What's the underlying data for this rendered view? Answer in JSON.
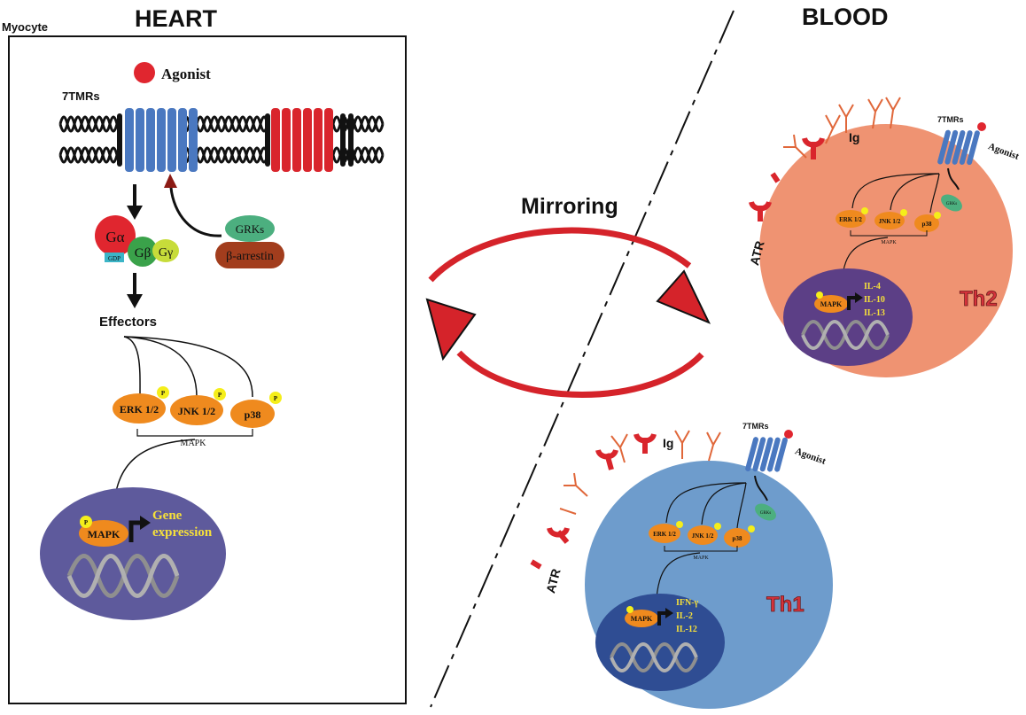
{
  "heart_panel": {
    "title": "HEART",
    "cell_label": "Myocyte",
    "receptor_label": "7TMRs",
    "agonist_label": "Agonist",
    "g_alpha": "Gα",
    "g_beta": "Gβ",
    "g_gamma": "Gγ",
    "gdp": "GDP",
    "grks": "GRKs",
    "arrestin": "β-arrestin",
    "effectors": "Effectors",
    "erk": "ERK 1/2",
    "jnk": "JNK 1/2",
    "p38": "p38",
    "phospho": "P",
    "mapk_bracket": "MAPK",
    "nucleus_mapk": "MAPK",
    "gene_expression_line1": "Gene",
    "gene_expression_line2": "expression"
  },
  "middle": {
    "mirroring": "Mirroring"
  },
  "blood_panel": {
    "title": "BLOOD",
    "th2": {
      "name": "Th2",
      "receptor_label": "7TMRs",
      "agonist_label": "Agonist",
      "ig_label": "Ig",
      "atr_label": "ATR",
      "grks": "GRKs",
      "erk": "ERK 1/2",
      "jnk": "JNK 1/2",
      "p38": "p38",
      "mapk_bracket": "MAPK",
      "nucleus_mapk": "MAPK",
      "cytokines": [
        "IL-4",
        "IL-10",
        "IL-13"
      ]
    },
    "th1": {
      "name": "Th1",
      "receptor_label": "7TMRs",
      "agonist_label": "Agonist",
      "ig_label": "Ig",
      "atr_label": "ATR",
      "grks": "GRKs",
      "erk": "ERK 1/2",
      "jnk": "JNK 1/2",
      "p38": "p38",
      "mapk_bracket": "MAPK",
      "nucleus_mapk": "MAPK",
      "cytokines": [
        "IFN-γ",
        "IL-2",
        "IL-12"
      ]
    }
  },
  "colors": {
    "agonist_red": "#e0262f",
    "receptor_blue": "#4a78c0",
    "receptor_red": "#d9252c",
    "kinase_orange": "#ef8a1e",
    "phospho_yellow": "#f5ee1a",
    "nucleus_purple": "#5e5a9c",
    "th2_cell": "#ef9372",
    "th2_nucleus": "#5c3f86",
    "th1_cell": "#6e9ccc",
    "th1_nucleus": "#2f4d93",
    "mirror_arrow": "#d5232a",
    "label_yellow": "#f6e03a",
    "th_label_red": "#d6323b"
  }
}
